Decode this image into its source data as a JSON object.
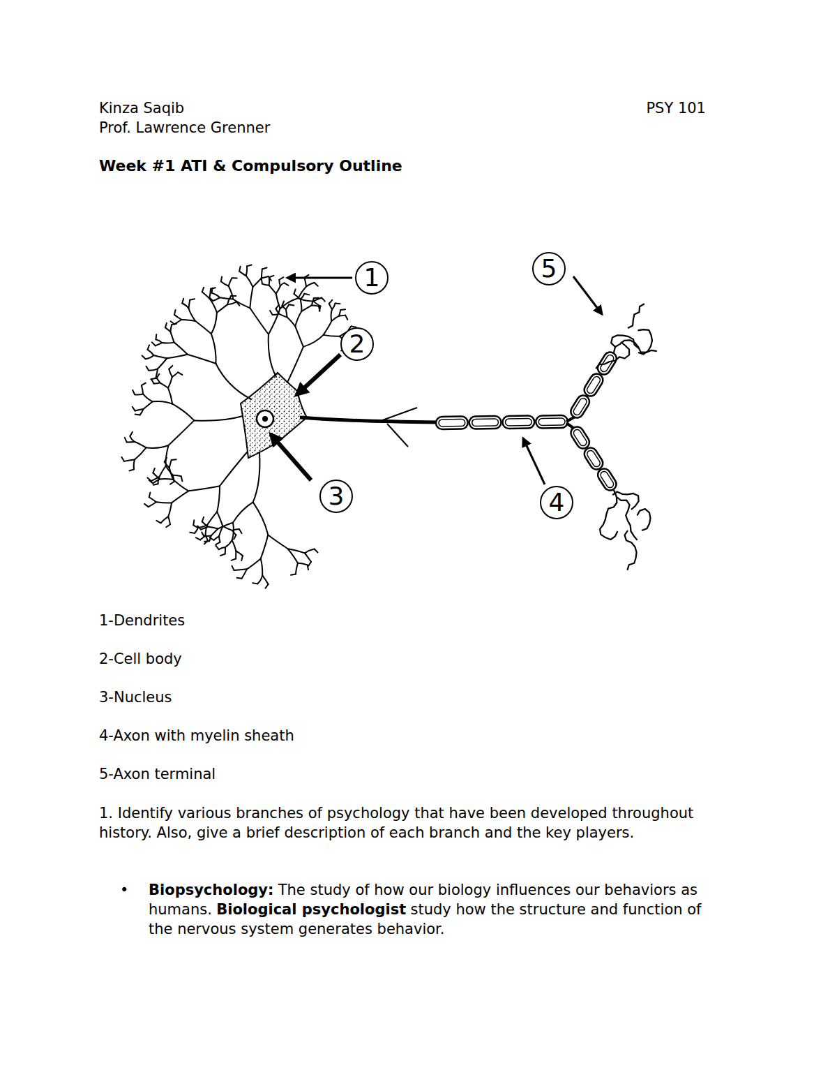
{
  "diagram": {
    "title": "Week #1 ATI & Compulsory Outline",
    "nodes": [
      {
        "text": [
          "1"
        ]
      },
      {
        "text": [
          "2"
        ]
      },
      {
        "text": [
          "3"
        ]
      },
      {
        "text": [
          "4"
        ]
      },
      {
        "text": [
          "5"
        ]
      }
    ],
    "edges": [],
    "labels": [
      "Kinza Saqib",
      "PSY 101",
      "Prof. Lawrence Grenner",
      "1-Dendrites",
      "2-Cell body",
      "3-Nucleus",
      "4-Axon with myelin sheath",
      "5-Axon terminal",
      "1. Identify various branches of psychology that have been developed throughout history. Also, give a brief description of each branch and the key players.",
      "•",
      "Biopsychology:",
      "The study of how our biology influences our behaviors as humans.",
      "Biological psychologist",
      "study how the structure and function of the nervous system generates behavior."
    ]
  }
}
